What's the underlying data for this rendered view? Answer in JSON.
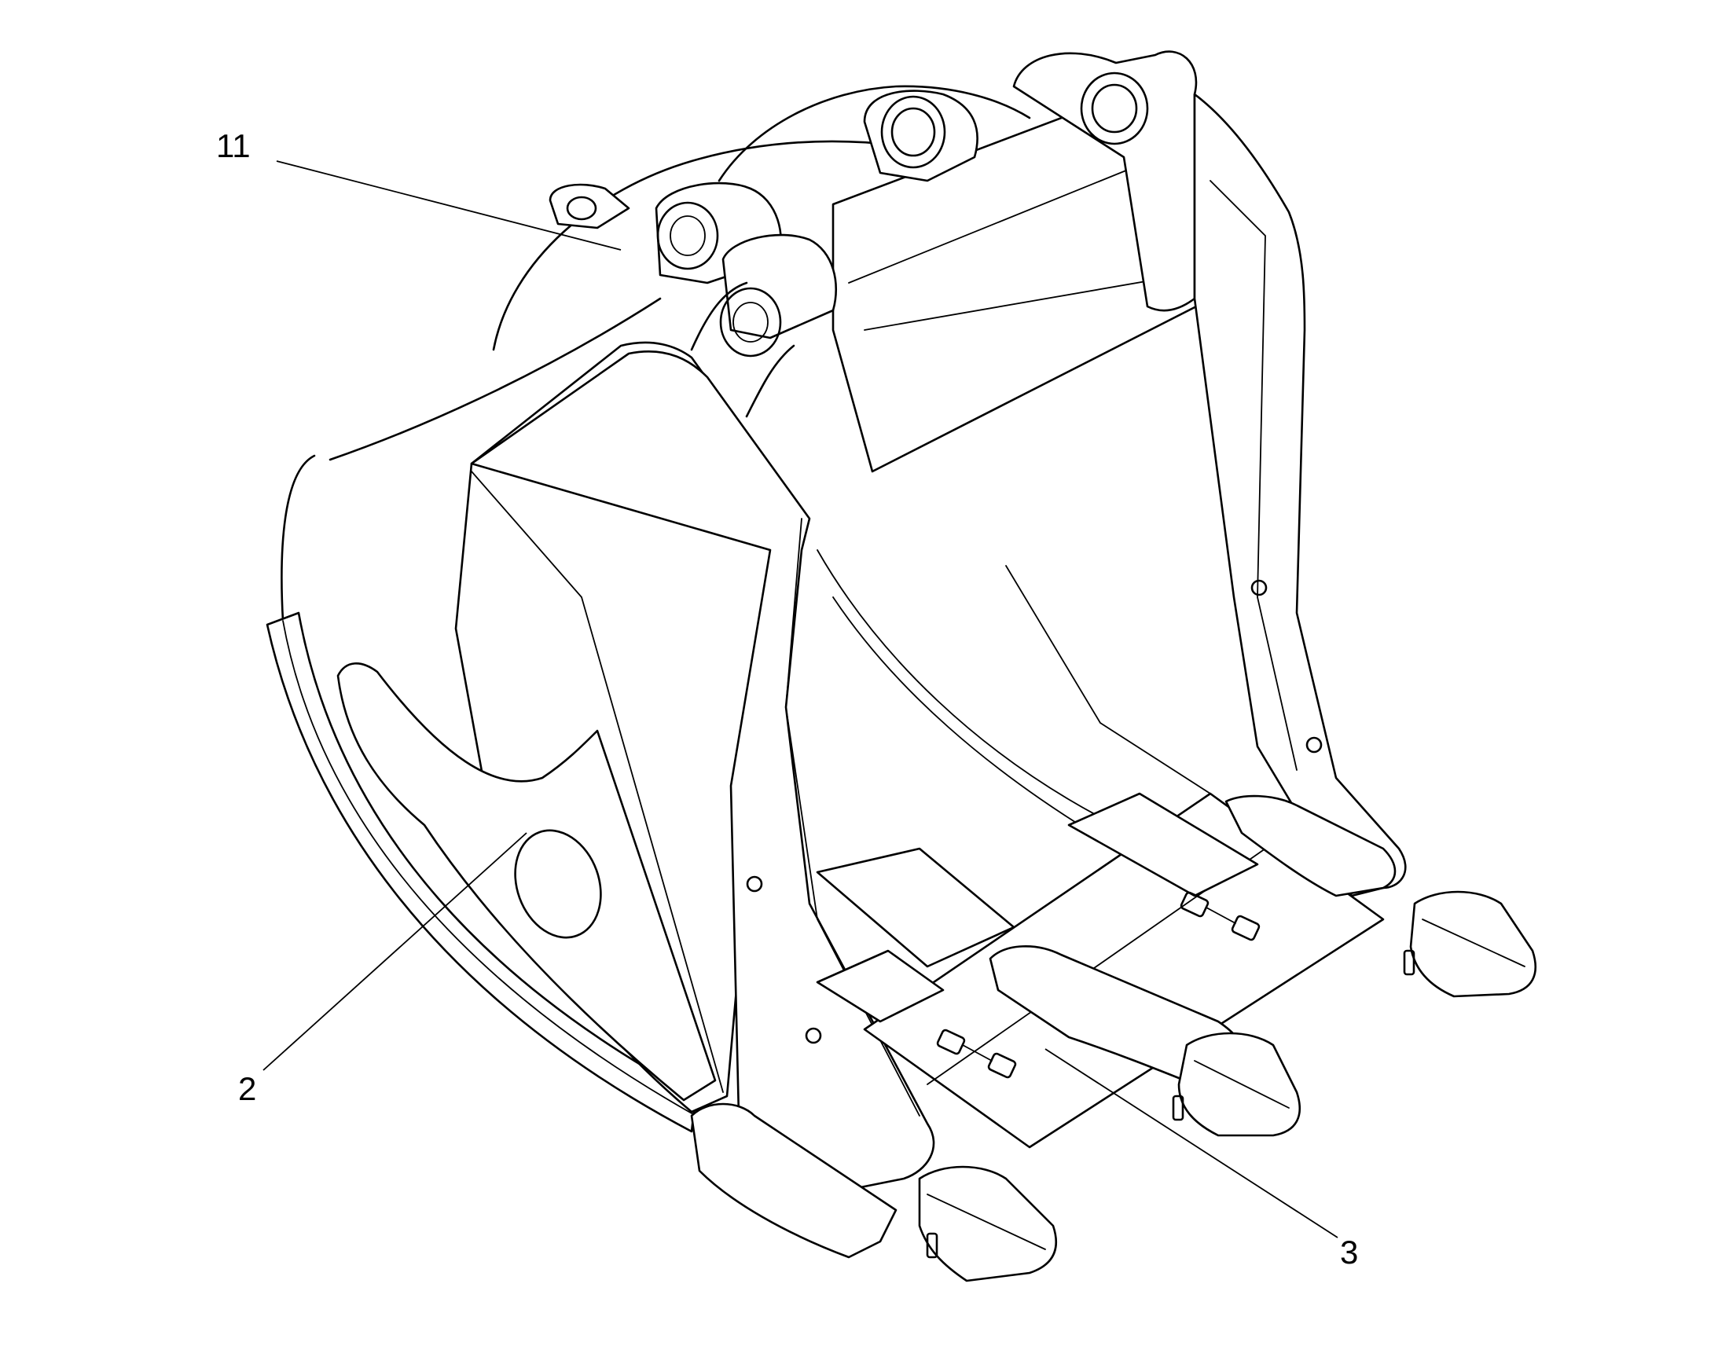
{
  "callouts": [
    {
      "id": "11",
      "label": "11"
    },
    {
      "id": "2",
      "label": "2"
    },
    {
      "id": "3",
      "label": "3"
    }
  ],
  "colors": {
    "line": "#000000",
    "background": "#ffffff"
  }
}
